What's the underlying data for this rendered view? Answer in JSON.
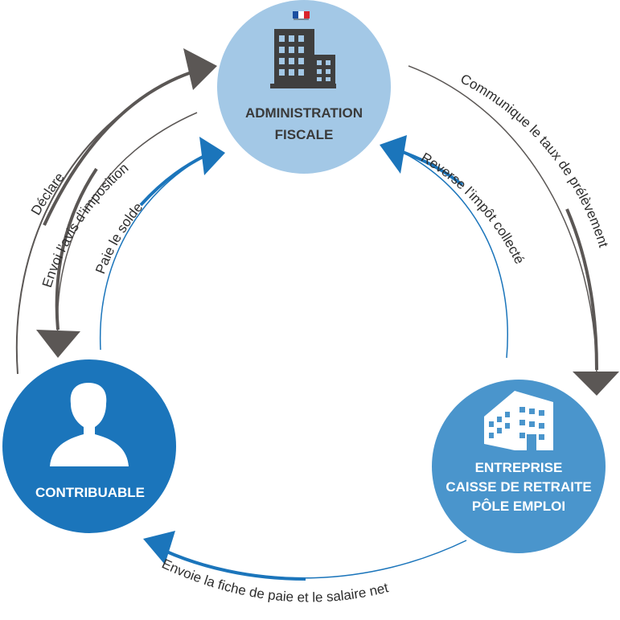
{
  "nodes": {
    "administration": {
      "line1": "ADMINISTRATION",
      "line2": "FISCALE",
      "icon": "government-building-icon",
      "color": "#a3c8e6"
    },
    "contribuable": {
      "label": "CONTRIBUABLE",
      "icon": "person-icon",
      "color": "#1b75bb"
    },
    "entreprise": {
      "line1": "ENTREPRISE",
      "line2": "CAISSE DE RETRAITE",
      "line3": "PÔLE EMPLOI",
      "icon": "office-building-icon",
      "color": "#4a95cc"
    }
  },
  "flows": {
    "declare": "Déclare",
    "envoi_avis": "Envoi l’avis d’imposition",
    "paie_solde": "Paie le solde",
    "communique_taux": "Communique le taux de prélèvement",
    "reverse_impot": "Reverse l’impôt collecté",
    "envoie_fiche": "Envoie la fiche de paie et le salaire net"
  },
  "colors": {
    "gray_arrow": "#5b5755",
    "blue_arrow": "#1b75bb"
  }
}
